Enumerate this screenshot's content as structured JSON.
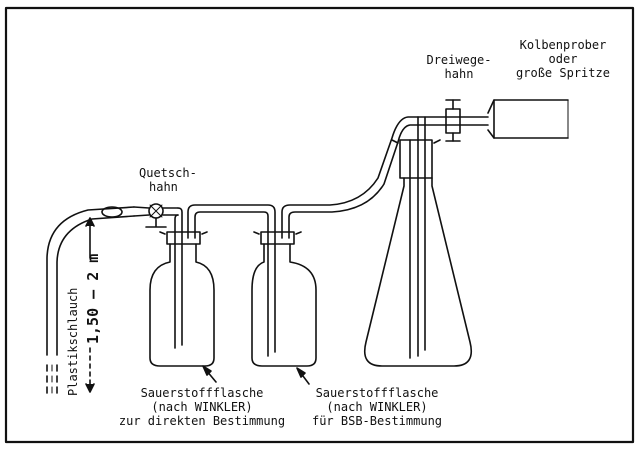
{
  "labels": {
    "pinch_valve": [
      "Quetsch-",
      "hahn"
    ],
    "three_way_valve": [
      "Dreiwege-",
      "hahn"
    ],
    "syringe": [
      "Kolbenprober",
      "oder",
      "große Spritze"
    ],
    "bottle_direct": [
      "Sauerstoffflasche",
      "(nach WINKLER)",
      "zur direkten Bestimmung"
    ],
    "bottle_bsb": [
      "Sauerstoffflasche",
      "(nach WINKLER)",
      "für BSB-Bestimmung"
    ],
    "hose": "Plastikschlauch",
    "length": "1,50 — 2 m"
  }
}
